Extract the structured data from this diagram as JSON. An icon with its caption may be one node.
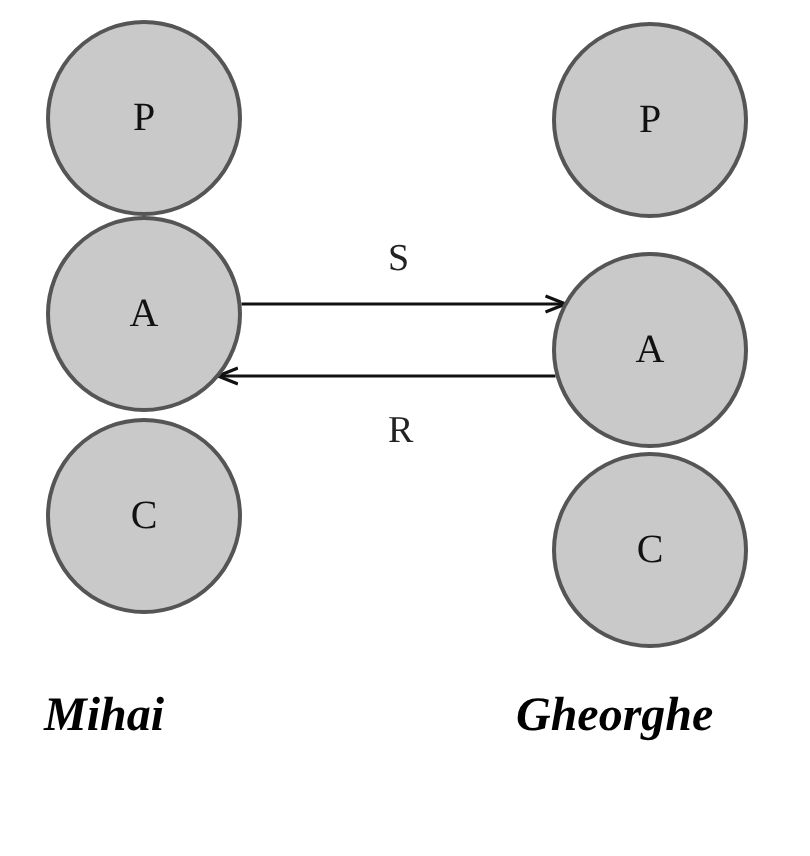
{
  "diagram": {
    "nodes": [
      {
        "text": [
          "P"
        ]
      },
      {
        "text": [
          "A"
        ]
      },
      {
        "text": [
          "C"
        ]
      },
      {
        "text": [
          "P"
        ]
      },
      {
        "text": [
          "A"
        ]
      },
      {
        "text": [
          "C"
        ]
      }
    ],
    "edges": [
      {
        "from": 1,
        "to": 4,
        "arrow": "to",
        "label": "S"
      },
      {
        "from": 4,
        "to": 1,
        "arrow": "to",
        "label": "R"
      }
    ],
    "labels": [
      "Mihai",
      "Gheorghe"
    ]
  }
}
